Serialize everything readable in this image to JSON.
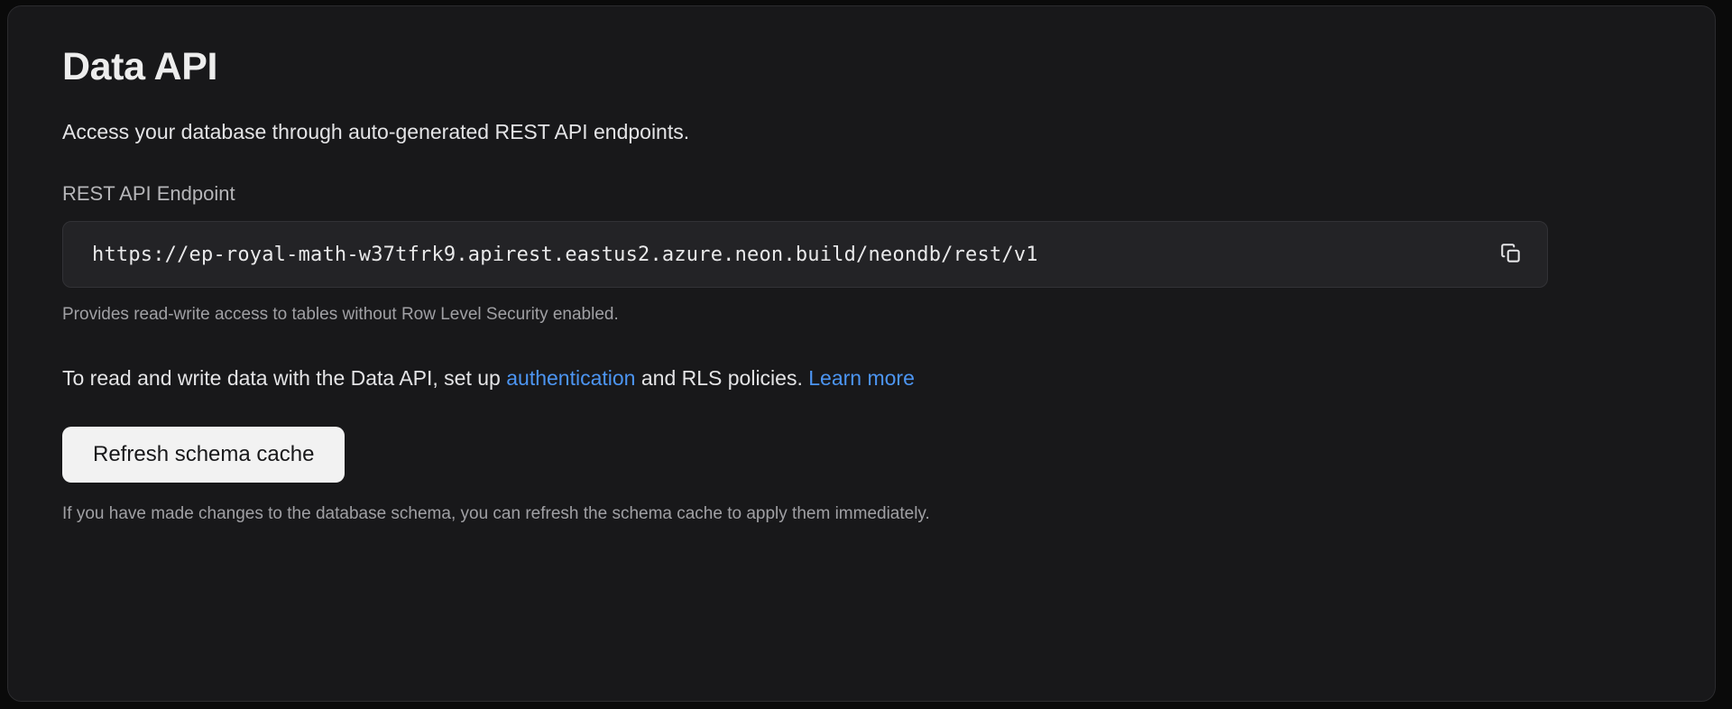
{
  "card": {
    "title": "Data API",
    "subtitle": "Access your database through auto-generated REST API endpoints.",
    "endpoint": {
      "label": "REST API Endpoint",
      "value": "https://ep-royal-math-w37tfrk9.apirest.eastus2.azure.neon.build/neondb/rest/v1",
      "placeholder": "https://",
      "copy_icon": "copy-icon",
      "copy_label": "Copy",
      "help_text": "Provides read-write access to tables without Row Level Security enabled."
    },
    "policy": {
      "prefix": "To read and write data with the Data API, set up ",
      "link_auth": "authentication",
      "middle": " and RLS policies. ",
      "link_learn": "Learn more"
    },
    "refresh": {
      "button_label": "Refresh schema cache",
      "footer_note": "If you have made changes to the database schema, you can refresh the schema cache to apply them immediately."
    }
  },
  "colors": {
    "page_background": "#0a0a0a",
    "card_background": "#18181a",
    "card_border": "#2b2b2e",
    "input_background": "#232326",
    "input_border": "#323236",
    "primary_text": "#ededed",
    "muted_text": "#a0a0a4",
    "link": "#4c95f2",
    "button_background": "#f2f2f2",
    "button_text": "#18181a"
  }
}
